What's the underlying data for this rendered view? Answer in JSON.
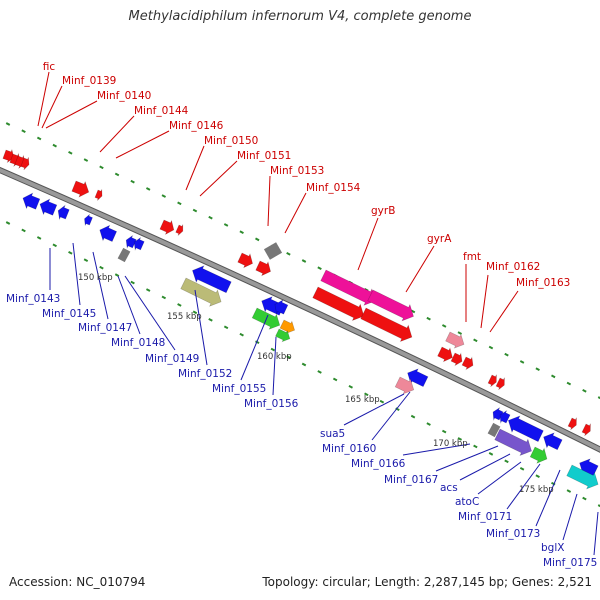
{
  "title": "Methylacidiphilum infernorum V4, complete genome",
  "accession": "Accession: NC_010794",
  "topology": "Topology: circular; Length: 2,287,145 bp; Genes: 2,521",
  "colors": {
    "forward_label": "#cc0000",
    "reverse_label": "#1a1aaa",
    "backbone": "#999999"
  },
  "ticks": [
    "150 kbp",
    "155 kbp",
    "160 kbp",
    "165 kbp",
    "170 kbp",
    "175 kbp"
  ],
  "top_labels": [
    "fic",
    "Minf_0139",
    "Minf_0140",
    "Minf_0144",
    "Minf_0146",
    "Minf_0150",
    "Minf_0151",
    "Minf_0153",
    "Minf_0154",
    "gyrB",
    "gyrA",
    "fmt",
    "Minf_0162",
    "Minf_0163"
  ],
  "bottom_labels": [
    "Minf_0143",
    "Minf_0145",
    "Minf_0147",
    "Minf_0148",
    "Minf_0149",
    "Minf_0152",
    "Minf_0155",
    "Minf_0156",
    "sua5",
    "Minf_0160",
    "Minf_0166",
    "Minf_0167",
    "acs",
    "atoC",
    "Minf_0171",
    "Minf_0173",
    "bglX",
    "Minf_0175"
  ]
}
